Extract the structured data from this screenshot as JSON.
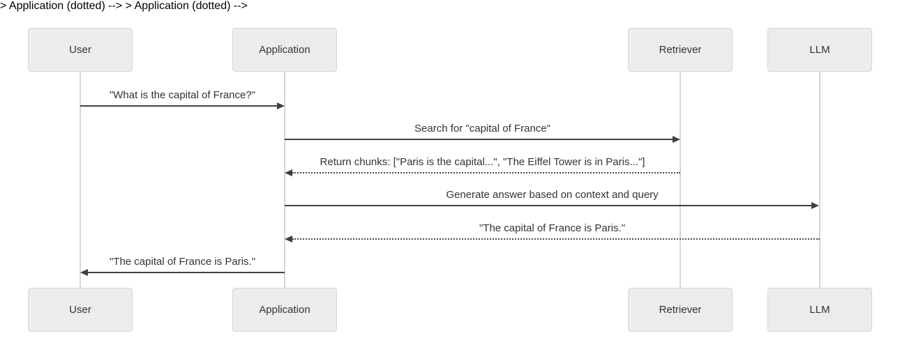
{
  "diagram": {
    "type": "sequence-diagram",
    "actors": [
      {
        "id": "user",
        "label": "User"
      },
      {
        "id": "application",
        "label": "Application"
      },
      {
        "id": "retriever",
        "label": "Retriever"
      },
      {
        "id": "llm",
        "label": "LLM"
      }
    ],
    "messages": [
      {
        "from": "User",
        "to": "Application",
        "line_style": "solid",
        "direction": "right",
        "text": "\"What is the capital of France?\""
      },
      {
        "from": "Application",
        "to": "Retriever",
        "line_style": "solid",
        "direction": "right",
        "text": "Search for \"capital of France\""
      },
      {
        "from": "Retriever",
        "to": "Application",
        "line_style": "dotted",
        "direction": "left",
        "text": "Return chunks: [\"Paris is the capital...\", \"The Eiffel Tower is in Paris...\"]"
      },
      {
        "from": "Application",
        "to": "LLM",
        "line_style": "solid",
        "direction": "right",
        "text": "Generate answer based on context and query"
      },
      {
        "from": "LLM",
        "to": "Application",
        "line_style": "dotted",
        "direction": "left",
        "text": "\"The capital of France is Paris.\""
      },
      {
        "from": "Application",
        "to": "User",
        "line_style": "solid",
        "direction": "left",
        "text": "\"The capital of France is Paris.\""
      }
    ],
    "colors": {
      "actor_fill": "#ececec",
      "actor_border": "#d5d5d5",
      "lifeline": "#d6d6d6",
      "arrow": "#404040",
      "text": "#333333",
      "background": "#ffffff"
    }
  }
}
